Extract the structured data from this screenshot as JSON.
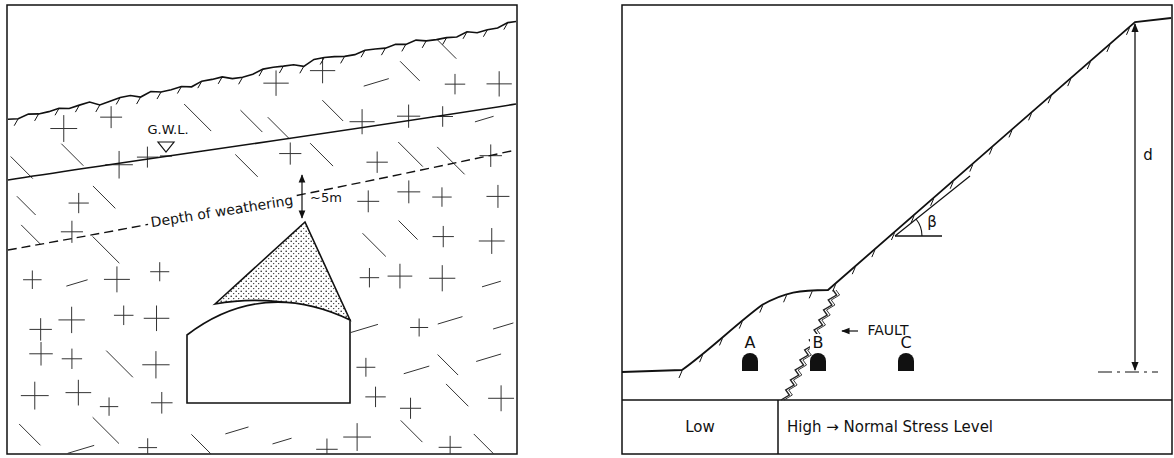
{
  "diagram": {
    "labels": [
      "G.W.L.",
      "Depth of weathering",
      "~5m",
      "FAULT",
      "A",
      "B",
      "C",
      "β",
      "d",
      "Low",
      "High → Normal Stress Level"
    ]
  }
}
